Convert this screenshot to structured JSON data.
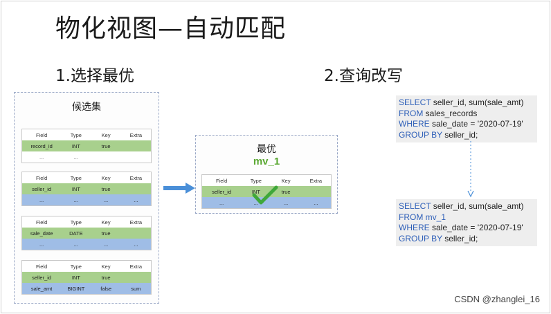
{
  "title": "物化视图—自动匹配",
  "step1_title": "1.选择最优",
  "step2_title": "2.查询改写",
  "candidates": {
    "title": "候选集",
    "headers": [
      "Field",
      "Type",
      "Key",
      "Extra"
    ],
    "tables": [
      {
        "rows": [
          {
            "cells": [
              "record_id",
              "INT",
              "true",
              ""
            ],
            "color": "green"
          },
          {
            "cells": [
              "...",
              "...",
              "",
              ""
            ],
            "color": "white"
          }
        ]
      },
      {
        "rows": [
          {
            "cells": [
              "seller_id",
              "INT",
              "true",
              ""
            ],
            "color": "green"
          },
          {
            "cells": [
              "...",
              "...",
              "...",
              "..."
            ],
            "color": "blue"
          }
        ]
      },
      {
        "rows": [
          {
            "cells": [
              "sale_date",
              "DATE",
              "true",
              ""
            ],
            "color": "green"
          },
          {
            "cells": [
              "...",
              "...",
              "...",
              "..."
            ],
            "color": "blue"
          }
        ]
      },
      {
        "rows": [
          {
            "cells": [
              "seller_id",
              "INT",
              "true",
              ""
            ],
            "color": "green"
          },
          {
            "cells": [
              "sale_amt",
              "BIGINT",
              "false",
              "sum"
            ],
            "color": "blue"
          }
        ]
      }
    ]
  },
  "best": {
    "title": "最优",
    "mv_name": "mv_1",
    "headers": [
      "Field",
      "Type",
      "Key",
      "Extra"
    ],
    "rows": [
      {
        "cells": [
          "seller_id",
          "INT",
          "true",
          ""
        ],
        "color": "green"
      },
      {
        "cells": [
          "...",
          "...",
          "...",
          "..."
        ],
        "color": "blue"
      }
    ]
  },
  "sql_original": {
    "l1_kw": "SELECT",
    "l1_rest": " seller_id, sum(sale_amt)",
    "l2_kw": "FROM",
    "l2_rest": " sales_records",
    "l3_kw": "WHERE",
    "l3_rest": " sale_date = '2020-07-19'",
    "l4_kw": "GROUP BY",
    "l4_rest": " seller_id;"
  },
  "sql_rewritten": {
    "l1_kw": "SELECT",
    "l1_rest": " seller_id, sum(sale_amt)",
    "l2_kw": "FROM",
    "l2_rest": " mv_1",
    "l3_kw": "WHERE",
    "l3_rest": " sale_date = '2020-07-19'",
    "l4_kw": "GROUP BY",
    "l4_rest": " seller_id;"
  },
  "watermark": "CSDN @zhanglei_16",
  "colors": {
    "green_row": "#a8d08d",
    "blue_row": "#9fbde6",
    "keyword": "#2e5fb8",
    "mv_green": "#5aa832",
    "arrow": "#4a8fd8"
  }
}
